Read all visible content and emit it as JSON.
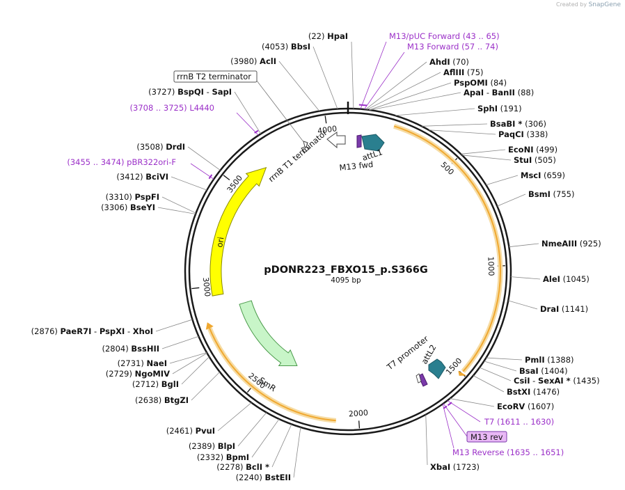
{
  "brand": {
    "created_by": "Created by",
    "name": "SnapGene"
  },
  "plasmid": {
    "name": "pDONR223_FBXO15_p.S366G",
    "length_label": "4095 bp",
    "length": 4095
  },
  "ticks": [
    "4000",
    "500",
    "1000",
    "1500",
    "2000",
    "2500",
    "3000",
    "3500"
  ],
  "enzymes_right": [
    {
      "site": "(22)",
      "name": "HpaI"
    },
    {
      "name": "AhdI",
      "site": "(70)"
    },
    {
      "name": "AflIII",
      "site": "(75)"
    },
    {
      "name": "PspOMI",
      "site": "(84)"
    },
    {
      "name": "ApaI",
      "sep": "-",
      "name2": "BanII",
      "site": "(88)"
    },
    {
      "name": "SphI",
      "site": "(191)"
    },
    {
      "name": "BsaBI *",
      "site": "(306)"
    },
    {
      "name": "PaqCI",
      "site": "(338)"
    },
    {
      "name": "EcoNI",
      "site": "(499)"
    },
    {
      "name": "StuI",
      "site": "(505)"
    },
    {
      "name": "MscI",
      "site": "(659)"
    },
    {
      "name": "BsmI",
      "site": "(755)"
    },
    {
      "name": "NmeAIII",
      "site": "(925)"
    },
    {
      "name": "AleI",
      "site": "(1045)"
    },
    {
      "name": "DraI",
      "site": "(1141)"
    },
    {
      "name": "PmlI",
      "site": "(1388)"
    },
    {
      "name": "BsaI",
      "site": "(1404)"
    },
    {
      "name": "CsiI",
      "sep": "-",
      "name2": "SexAI *",
      "site": "(1435)"
    },
    {
      "name": "BstXI",
      "site": "(1476)"
    },
    {
      "name": "EcoRV",
      "site": "(1607)"
    },
    {
      "name": "XbaI",
      "site": "(1723)"
    }
  ],
  "enzymes_left": [
    {
      "site": "(4053)",
      "name": "BbsI"
    },
    {
      "site": "(3980)",
      "name": "AclI"
    },
    {
      "site": "(3727)",
      "name": "BspQI",
      "sep": "-",
      "name2": "SapI"
    },
    {
      "site": "(3508)",
      "name": "DrdI"
    },
    {
      "site": "(3412)",
      "name": "BciVI"
    },
    {
      "site": "(3310)",
      "name": "PspFI"
    },
    {
      "site": "(3306)",
      "name": "BseYI"
    },
    {
      "site": "(2876)",
      "name": "PaeR7I",
      "sep": "-",
      "name2": "PspXI",
      "sep2": "-",
      "name3": "XhoI"
    },
    {
      "site": "(2804)",
      "name": "BssHII"
    },
    {
      "site": "(2731)",
      "name": "NaeI"
    },
    {
      "site": "(2729)",
      "name": "NgoMIV"
    },
    {
      "site": "(2712)",
      "name": "BglI"
    },
    {
      "site": "(2638)",
      "name": "BtgZI"
    },
    {
      "site": "(2461)",
      "name": "PvuI"
    },
    {
      "site": "(2389)",
      "name": "BlpI"
    },
    {
      "site": "(2332)",
      "name": "BpmI"
    },
    {
      "site": "(2278)",
      "name": "BclI *"
    },
    {
      "site": "(2240)",
      "name": "BstEII"
    }
  ],
  "primers": [
    {
      "name": "M13/pUC Forward",
      "range": "(43 .. 65)"
    },
    {
      "name": "M13 Forward",
      "range": "(57 .. 74)"
    },
    {
      "name": "L4440",
      "range": "(3708 .. 3725)"
    },
    {
      "name": "pBR322ori-F",
      "range": "(3455 .. 3474)"
    },
    {
      "name": "T7",
      "range": "(1611 .. 1630)"
    },
    {
      "name": "M13 rev",
      "range": ""
    },
    {
      "name": "M13 Reverse",
      "range": "(1635 .. 1651)"
    }
  ],
  "features": {
    "rrnB_T2": "rrnB T2 terminator",
    "rrnB_T1": "rrnB T1 terminator",
    "attL1": "attL1",
    "m13_fwd": "M13 fwd",
    "ori": "ori",
    "SmR": "SmR",
    "T7_promoter": "T7 promoter",
    "attL2": "attL2"
  },
  "colors": {
    "backbone": "#1a1a1a",
    "primer": "#9b30c8",
    "ori": "#ffff00",
    "smr": "#c8f5c8",
    "orf": "#f0a830",
    "att": "#2a7f8f",
    "m13_box": "#e8b8f5"
  }
}
